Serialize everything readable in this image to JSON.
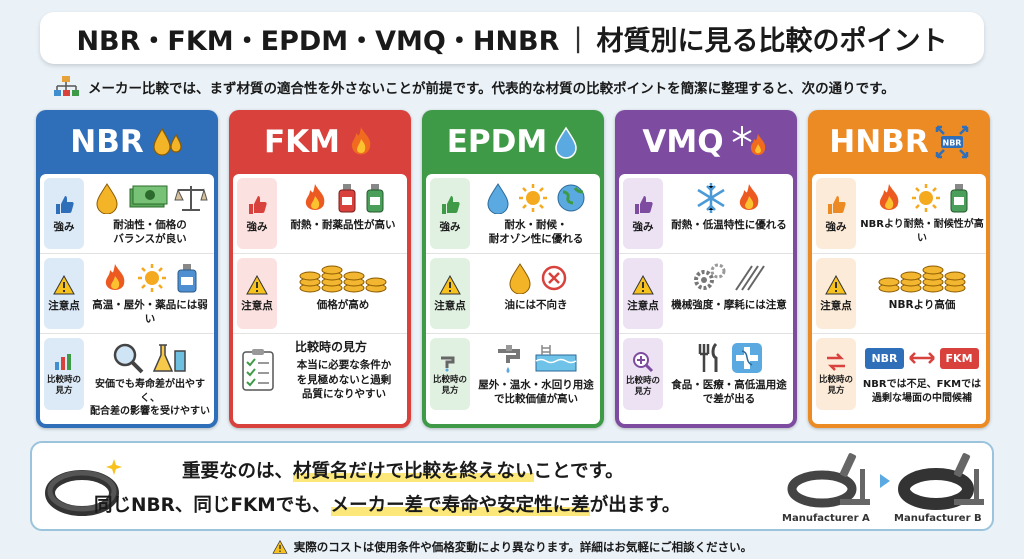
{
  "title": {
    "materials": "NBR・FKM・EPDM・VMQ・HNBR",
    "separator": "|",
    "subtitle": "材質別に見る比較のポイント"
  },
  "intro": "メーカー比較では、まず材質の適合性を外さないことが前提です。代表的な材質の比較ポイントを簡潔に整理すると、次の通りです。",
  "colors": {
    "nbr": "#2f6fba",
    "fkm": "#d8413c",
    "epdm": "#3f9a47",
    "vmq": "#7d4ca0",
    "hnbr": "#ec8a24",
    "background": "#eaf2f8",
    "highlight": "#fbe77a"
  },
  "columns": [
    {
      "name": "NBR",
      "header_icons": [
        "oil-drop-icon",
        "oil-drop-icon"
      ],
      "rows": [
        {
          "label": "強み",
          "icons": [
            "oil-drop-icon",
            "cash-icon",
            "balance-scale-icon"
          ],
          "text": "耐油性・価格の\nバランスが良い"
        },
        {
          "label": "注意点",
          "icons": [
            "flame-icon",
            "sun-icon",
            "chemical-bottle-icon"
          ],
          "text": "高温・屋外・薬品には弱い"
        },
        {
          "label": "比較時の\n見方",
          "icons": [
            "magnifier-icon",
            "flask-icon"
          ],
          "text": "安価でも寿命差が出やすく、\n配合差の影響を受けやすい"
        }
      ]
    },
    {
      "name": "FKM",
      "header_icons": [
        "flame-icon"
      ],
      "rows": [
        {
          "label": "強み",
          "icons": [
            "flame-icon",
            "chemical-bottle-icon",
            "chemical-bottle-icon"
          ],
          "text": "耐熱・耐薬品性が高い"
        },
        {
          "label": "注意点",
          "icons": [
            "coin-stack-icon"
          ],
          "text": "価格が高め"
        },
        {
          "label": "",
          "icons": [
            "checklist-icon"
          ],
          "heading": "比較時の見方",
          "text": "本当に必要な条件か\nを見極めないと過剰\n品質になりやすい"
        }
      ]
    },
    {
      "name": "EPDM",
      "header_icons": [
        "water-drop-icon"
      ],
      "rows": [
        {
          "label": "強み",
          "icons": [
            "water-drop-icon",
            "sun-icon",
            "earth-icon"
          ],
          "text": "耐水・耐候・\n耐オゾン性に優れる"
        },
        {
          "label": "注意点",
          "icons": [
            "oil-drop-icon",
            "prohibited-icon"
          ],
          "text": "油には不向き"
        },
        {
          "label": "比較時の\n見方",
          "icons": [
            "faucet-icon",
            "pool-icon"
          ],
          "text": "屋外・温水・水回り用途\nで比較価値が高い"
        }
      ]
    },
    {
      "name": "VMQ",
      "header_icons": [
        "snowflake-icon",
        "flame-icon"
      ],
      "rows": [
        {
          "label": "強み",
          "icons": [
            "snowflake-icon",
            "flame-icon"
          ],
          "text": "耐熱・低温特性に優れる"
        },
        {
          "label": "注意点",
          "icons": [
            "gears-icon",
            "wear-icon"
          ],
          "text": "機械強度・摩耗には注意"
        },
        {
          "label": "比較時の\n見方",
          "icons": [
            "utensils-icon",
            "medical-icon"
          ],
          "text": "食品・医療・高低温用途\nで差が出る"
        }
      ]
    },
    {
      "name": "HNBR",
      "header_icons": [
        "nbr-badge-icon"
      ],
      "header_badge": "NBR",
      "rows": [
        {
          "label": "強み",
          "icons": [
            "flame-icon",
            "sun-icon",
            "chemical-bottle-icon"
          ],
          "text": "NBRより耐熱・耐候性が高い"
        },
        {
          "label": "注意点",
          "icons": [
            "coin-stack-icon"
          ],
          "text": "NBRより高価"
        },
        {
          "label": "比較時の\n見方",
          "icons": [
            "nbr-tag-icon",
            "double-arrow-icon",
            "fkm-tag-icon"
          ],
          "tag_left": "NBR",
          "tag_right": "FKM",
          "text": "NBRでは不足、FKMでは\n過剰な場面の中間候補"
        }
      ]
    }
  ],
  "bottom": {
    "line1_prefix": "重要なのは、",
    "line1_highlight": "材質名だけで比較を終えない",
    "line1_suffix": "ことです。",
    "line2_prefix": "同じNBR、同じFKMでも、",
    "line2_highlight": "メーカー差で寿命や安定性に差",
    "line2_suffix": "が出ます。",
    "manufacturer_a": "Manufacturer A",
    "manufacturer_b": "Manufacturer B"
  },
  "footer": "実際のコストは使用条件や価格変動により異なります。詳細はお気軽にご相談ください。"
}
